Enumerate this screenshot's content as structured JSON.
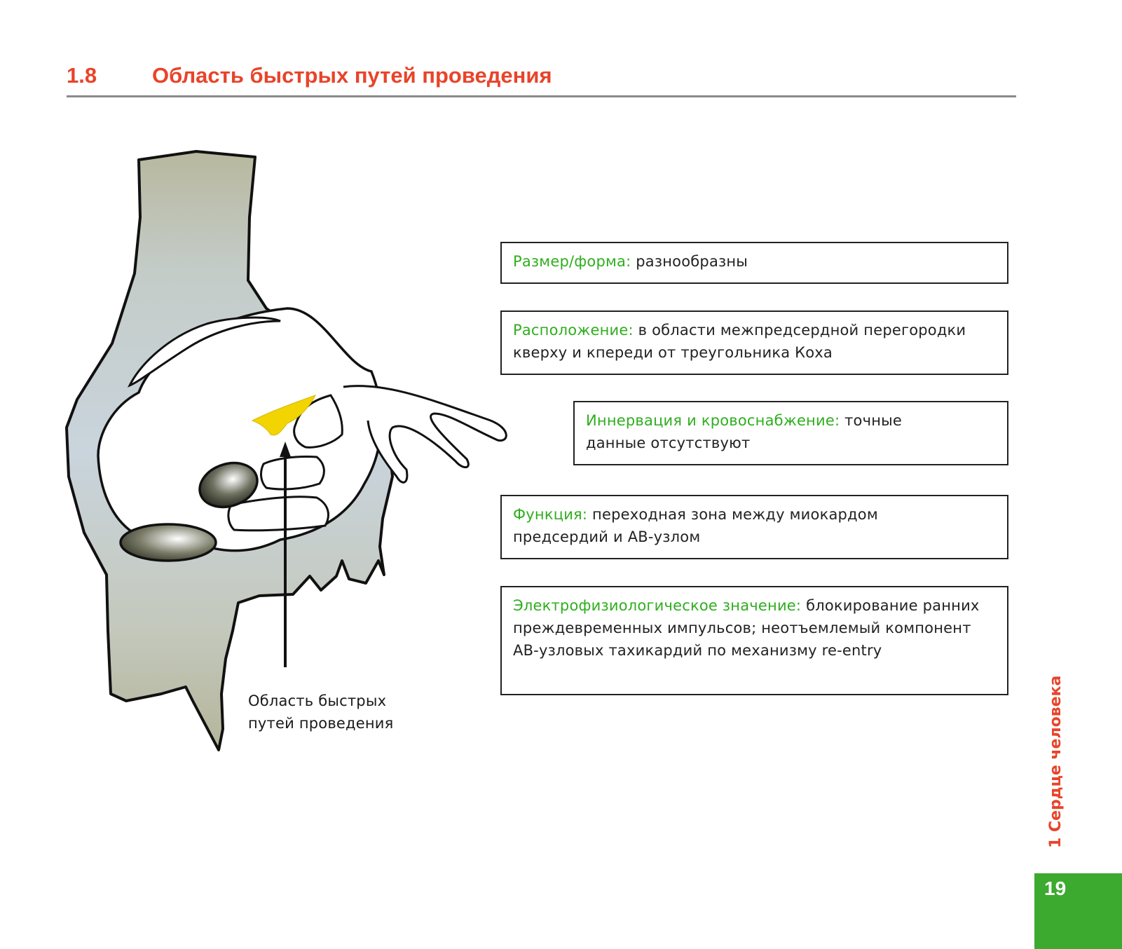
{
  "header": {
    "section_number": "1.8",
    "title": "Область быстрых путей проведения"
  },
  "figure": {
    "label_line1": "Область быстрых",
    "label_line2": "путей проведения"
  },
  "info_boxes": [
    {
      "key": "Размер/форма:",
      "text": " разнообразны"
    },
    {
      "key": "Расположение:",
      "text": " в области межпредсердной перегородки кверху и кпереди от треугольника Коха"
    },
    {
      "key": "Иннервация и кровоснабжение:",
      "text": " точные данные отсутствуют"
    },
    {
      "key": "Функция:",
      "text": " переходная зона между миокардом предсердий и АВ-узлом"
    },
    {
      "key": "Электрофизиологическое значение:",
      "text": " блокирование ранних преждевременных импульсов; неотъемлемый компонент АВ-узловых тахикардий по механизму re-entry"
    }
  ],
  "side_tab": {
    "text": "1  Сердце человека"
  },
  "page_number": "19",
  "colors": {
    "heading": "#e8442a",
    "key_text": "#2fae1e",
    "page_block": "#3caa2e",
    "highlight": "#f2d400"
  }
}
